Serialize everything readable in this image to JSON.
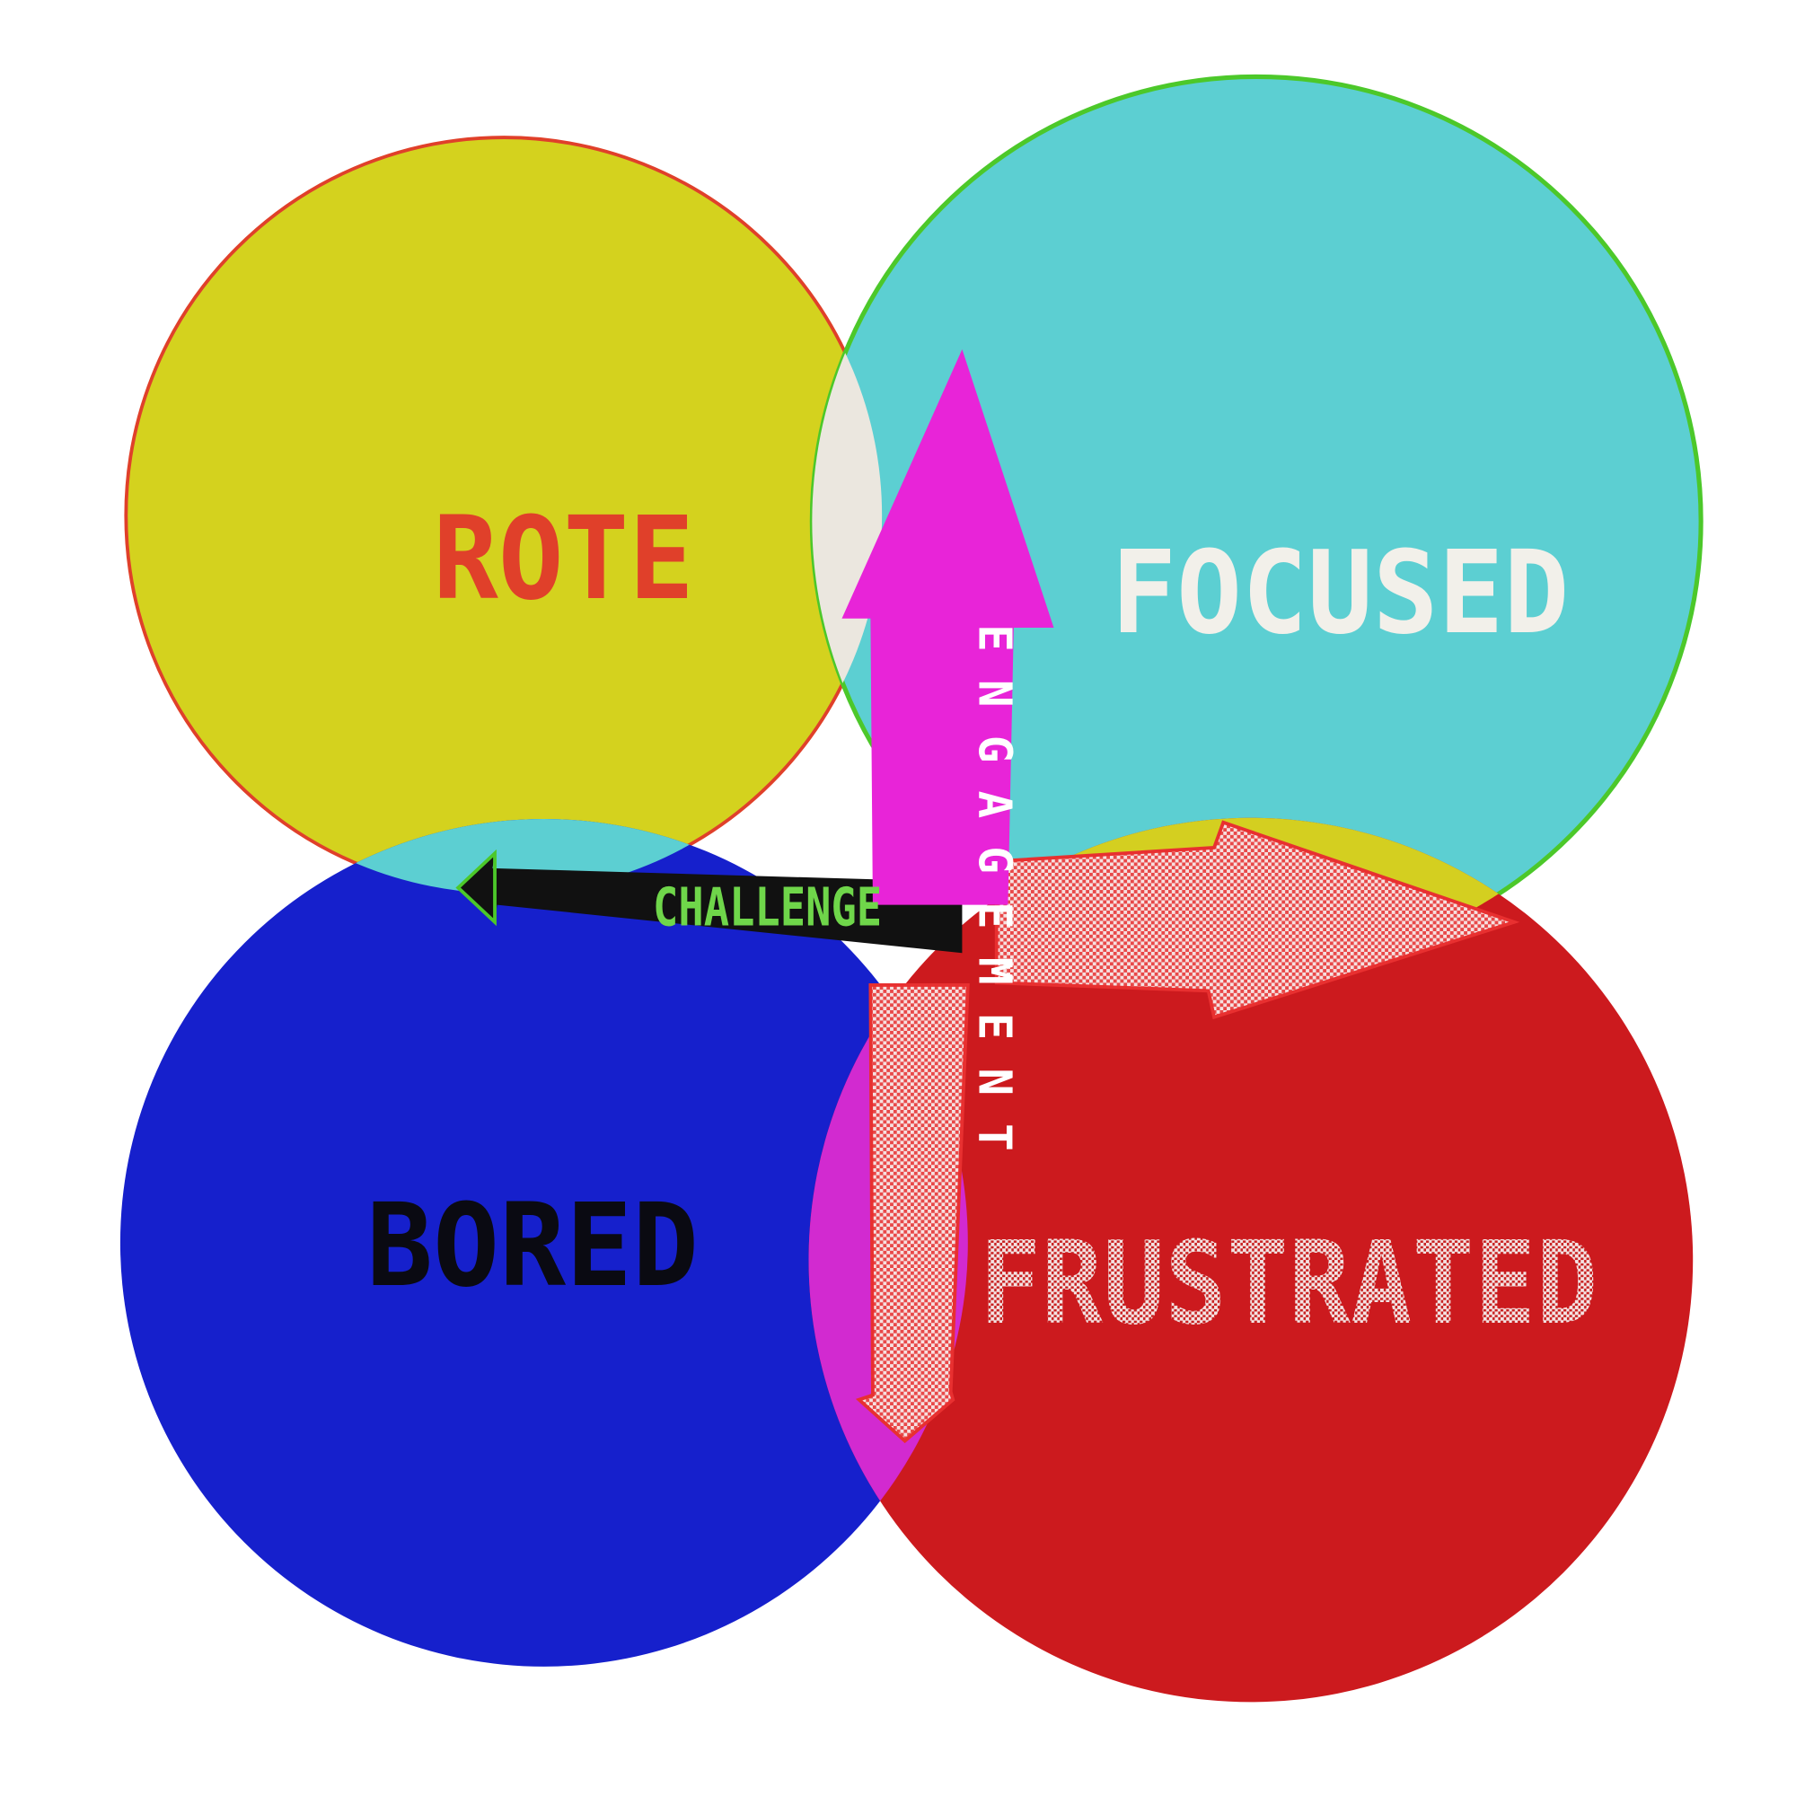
{
  "diagram": {
    "quadrants": [
      {
        "label": "ROTE",
        "fill": "#d4d21e",
        "text_color": "#e0402a"
      },
      {
        "label": "FOCUSED",
        "fill": "#5ccfd2",
        "text_color": "#f2f0ea"
      },
      {
        "label": "BORED",
        "fill": "#1620cc",
        "text_color": "#0a0a12"
      },
      {
        "label": "FRUSTRATED",
        "fill": "#cc1a1e",
        "text_color": "#f0d8d8"
      }
    ],
    "axes": {
      "horizontal": {
        "label": "CHALLENGE",
        "color": "#111111",
        "text_color": "#6fd64a"
      },
      "vertical": {
        "label": "ENGAGEMENT",
        "color": "#e824d8",
        "text_color": "#ffffff"
      }
    },
    "overlap_colors": {
      "rote_focused": "#ebe7df",
      "rote_bored": "#5ccfd2",
      "bored_frustrated": "#d22ad0",
      "focused_frustrated": "#d4cf20"
    }
  }
}
